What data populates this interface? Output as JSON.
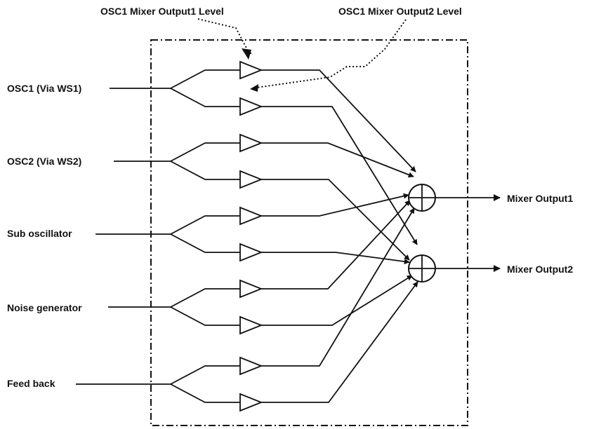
{
  "callouts": [
    {
      "id": "osc1-out1-level",
      "label": "OSC1 Mixer Output1 Level"
    },
    {
      "id": "osc1-out2-level",
      "label": "OSC1 Mixer Output2 Level"
    }
  ],
  "inputs": [
    {
      "id": "osc1",
      "label": "OSC1 (Via WS1)"
    },
    {
      "id": "osc2",
      "label": "OSC2 (Via WS2)"
    },
    {
      "id": "sub-osc",
      "label": "Sub oscillator"
    },
    {
      "id": "noise",
      "label": "Noise generator"
    },
    {
      "id": "feedback",
      "label": "Feed back"
    }
  ],
  "outputs": [
    {
      "id": "out1",
      "label": "Mixer Output1"
    },
    {
      "id": "out2",
      "label": "Mixer Output2"
    }
  ]
}
